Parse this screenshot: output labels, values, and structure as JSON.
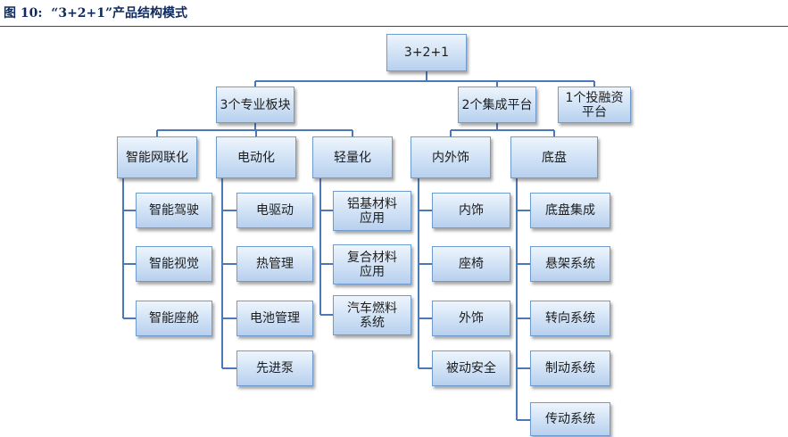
{
  "figure_title": "图 10:  “3+2+1”产品结构模式",
  "root": "3+2+1",
  "groups": {
    "three": {
      "label": "3个专业板块",
      "modules": [
        {
          "label": "智能网联化",
          "items": [
            "智能驾驶",
            "智能视觉",
            "智能座舱"
          ]
        },
        {
          "label": "电动化",
          "items": [
            "电驱动",
            "热管理",
            "电池管理",
            "先进泵"
          ]
        },
        {
          "label": "轻量化",
          "items": [
            "铝基材料应用",
            "复合材料应用",
            "汽车燃料系统"
          ]
        }
      ]
    },
    "two": {
      "label": "2个集成平台",
      "modules": [
        {
          "label": "内外饰",
          "items": [
            "内饰",
            "座椅",
            "外饰",
            "被动安全"
          ]
        },
        {
          "label": "底盘",
          "items": [
            "底盘集成",
            "悬架系统",
            "转向系统",
            "制动系统",
            "传动系统"
          ]
        }
      ]
    },
    "one": {
      "label": "1个投融资平台"
    }
  },
  "colors": {
    "title_text": "#0f2a5c",
    "rule": "#2c4a86",
    "box_border": "#6f9bcf",
    "box_fill_top": "#eef5fd",
    "box_fill_bottom": "#b7d0ee",
    "connector": "#4a78b8"
  }
}
